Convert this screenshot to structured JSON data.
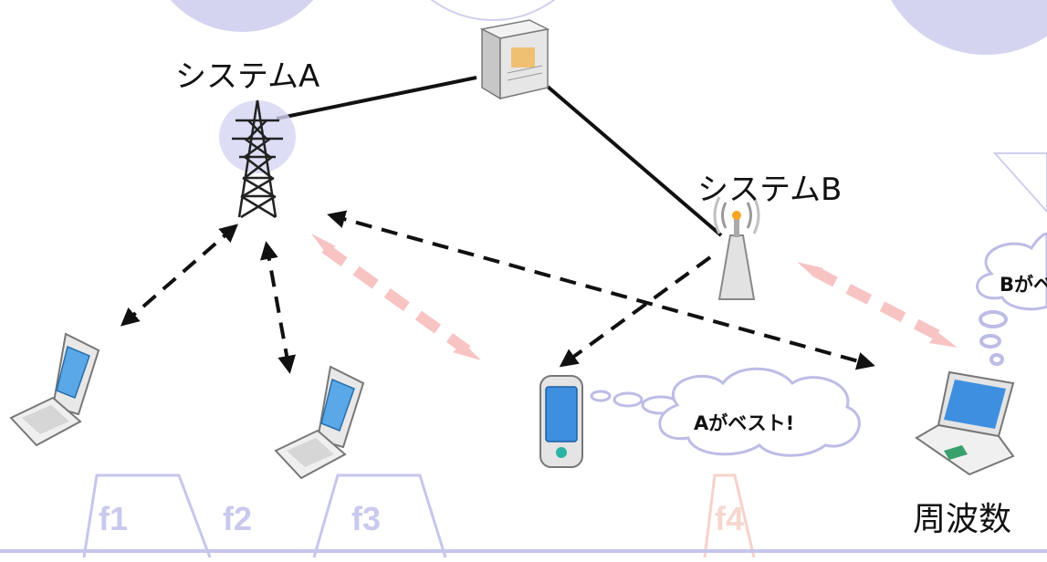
{
  "labels": {
    "system_a": "システムA",
    "system_b": "システムB",
    "frequency_axis": "周波数"
  },
  "frequency_bands": [
    "f1",
    "f2",
    "f3",
    "f4"
  ],
  "thoughts": {
    "a_best": "Aがベスト!",
    "b_best": "Bがベスト"
  },
  "colors": {
    "band_outline": "#c6c6ec",
    "band_text": "#c9c9ee",
    "f4_text": "#f6d7d0",
    "bubble_fill": "#ffffff",
    "bubble_outline": "#bcbce6",
    "pink_arrow": "#f8c3c3",
    "background_circle": "#d4d4f0"
  }
}
